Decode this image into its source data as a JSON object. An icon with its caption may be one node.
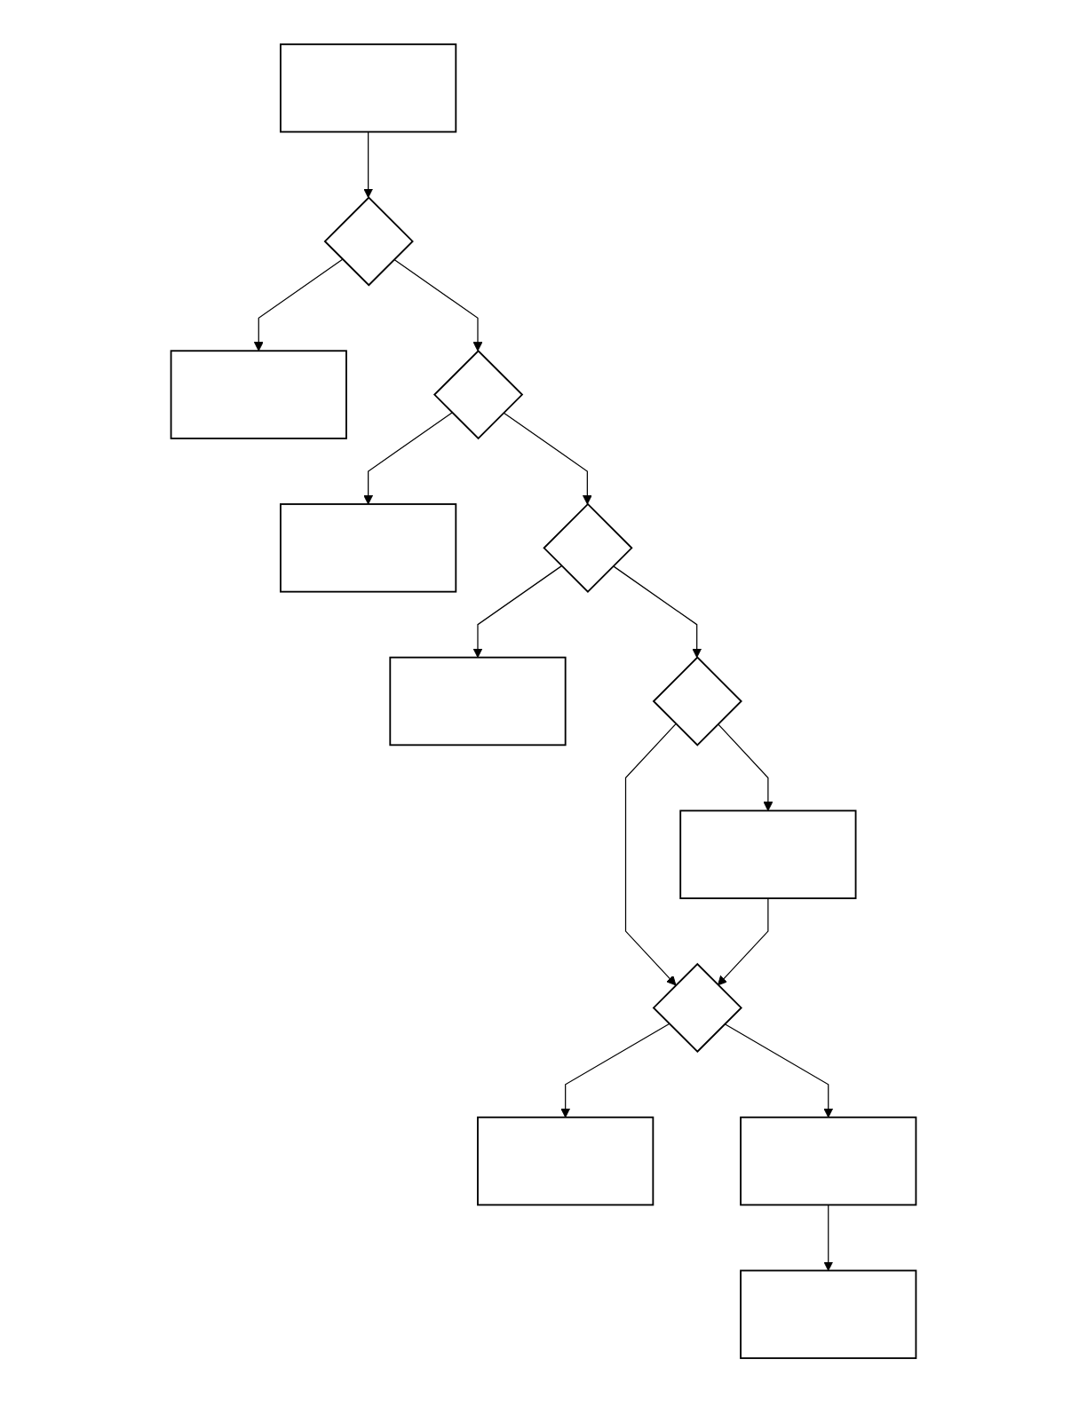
{
  "diagram": {
    "nodes": [
      {
        "text": [],
        "shape": "box"
      },
      {
        "text": [],
        "shape": "diamond"
      },
      {
        "text": [],
        "shape": "box"
      },
      {
        "text": [],
        "shape": "diamond"
      },
      {
        "text": [],
        "shape": "box"
      },
      {
        "text": [],
        "shape": "diamond"
      },
      {
        "text": [],
        "shape": "box"
      },
      {
        "text": [],
        "shape": "diamond"
      },
      {
        "text": [],
        "shape": "box"
      },
      {
        "text": [],
        "shape": "diamond"
      },
      {
        "text": [],
        "shape": "box"
      },
      {
        "text": [],
        "shape": "box"
      },
      {
        "text": [],
        "shape": "box"
      }
    ],
    "edges": [
      {
        "from": 0,
        "to": 1,
        "arrow": "to"
      },
      {
        "from": 1,
        "to": 2,
        "arrow": "to"
      },
      {
        "from": 1,
        "to": 3,
        "arrow": "to"
      },
      {
        "from": 3,
        "to": 4,
        "arrow": "to"
      },
      {
        "from": 3,
        "to": 5,
        "arrow": "to"
      },
      {
        "from": 5,
        "to": 6,
        "arrow": "to"
      },
      {
        "from": 5,
        "to": 7,
        "arrow": "to"
      },
      {
        "from": 7,
        "to": 8,
        "arrow": "to"
      },
      {
        "from": 7,
        "to": 9,
        "arrow": "to"
      },
      {
        "from": 8,
        "to": 9,
        "arrow": "to"
      },
      {
        "from": 9,
        "to": 10,
        "arrow": "to"
      },
      {
        "from": 9,
        "to": 11,
        "arrow": "to"
      },
      {
        "from": 11,
        "to": 12,
        "arrow": "to"
      }
    ]
  }
}
